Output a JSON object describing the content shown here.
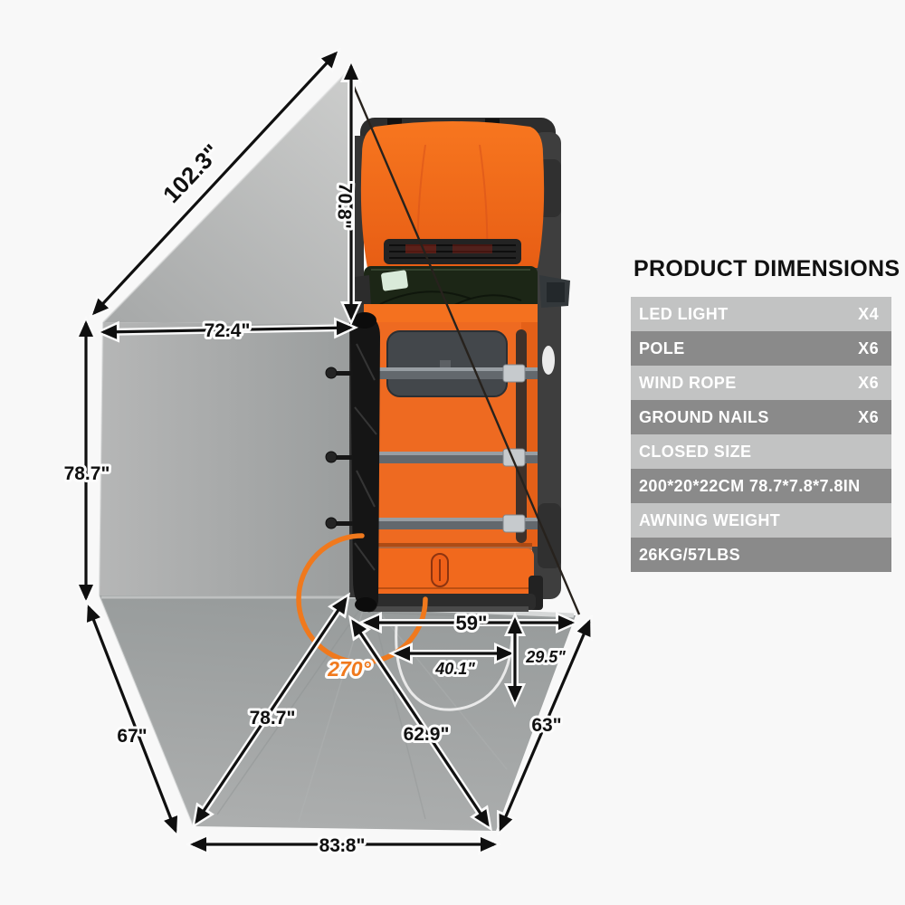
{
  "panel": {
    "title": "PRODUCT DIMENSIONS",
    "rows": [
      {
        "label": "LED LIGHT",
        "value": "X4"
      },
      {
        "label": "POLE",
        "value": "X6"
      },
      {
        "label": "WIND ROPE",
        "value": "X6"
      },
      {
        "label": "GROUND NAILS",
        "value": "X6"
      },
      {
        "label": "CLOSED SIZE",
        "value": ""
      },
      {
        "label": "200*20*22CM  78.7*7.8*7.8IN",
        "value": ""
      },
      {
        "label": "AWNING WEIGHT",
        "value": ""
      },
      {
        "label": "26KG/57LBS",
        "value": ""
      }
    ]
  },
  "dims": {
    "diag_top": "102.3\"",
    "front_depth": "70.8\"",
    "top_edge": "72.4\"",
    "side_left": "78.7\"",
    "corner_left": "67\"",
    "fan_left": "78.7\"",
    "fan_mid": "62.9\"",
    "fan_right": "63\"",
    "bottom_edge": "83.8\"",
    "rear_width": "59\"",
    "rope_width": "40.1\"",
    "rope_depth": "29.5\"",
    "wrap_angle": "270°"
  },
  "colors": {
    "accent_orange": "#f0791d",
    "vehicle_orange": "#ee6a21",
    "fabric_gray": "#a5a8a8",
    "row_light": "#c2c3c3",
    "row_dark": "#8a8a8a"
  }
}
